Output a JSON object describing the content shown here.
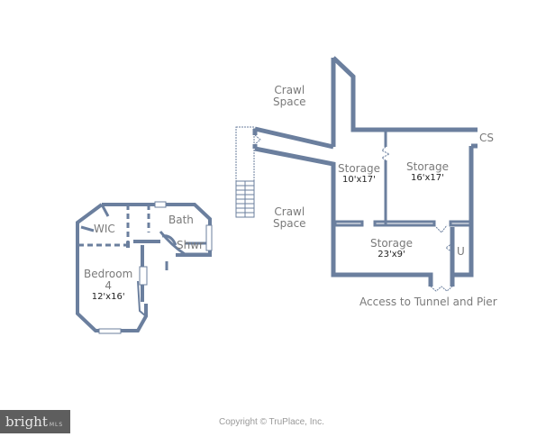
{
  "colors": {
    "wall": "#6b7f9e",
    "label": "#7a7a7a",
    "dimension": "#222222",
    "background": "#ffffff"
  },
  "rooms": [
    {
      "id": "crawl-top",
      "name": "Crawl\nSpace",
      "line1": "Crawl",
      "line2": "Space"
    },
    {
      "id": "crawl-bottom",
      "line1": "Crawl",
      "line2": "Space"
    },
    {
      "id": "storage-a",
      "name": "Storage",
      "dimensions": "10'x17'"
    },
    {
      "id": "storage-b",
      "name": "Storage",
      "dimensions": "16'x17'"
    },
    {
      "id": "storage-c",
      "name": "Storage",
      "dimensions": "23'x9'"
    },
    {
      "id": "bedroom-4",
      "line1": "Bedroom",
      "line2": "4",
      "dimensions": "12'x16'"
    },
    {
      "id": "wic",
      "name": "WIC"
    },
    {
      "id": "bath",
      "name": "Bath"
    },
    {
      "id": "shower",
      "name": "Shwr"
    },
    {
      "id": "cs",
      "name": "CS"
    },
    {
      "id": "utility",
      "name": "U"
    }
  ],
  "annotations": {
    "access": "Access to Tunnel and Pier"
  },
  "footer": {
    "logo_main": "bright",
    "logo_sub": "MLS",
    "copyright": "Copyright © TruPlace, Inc."
  }
}
